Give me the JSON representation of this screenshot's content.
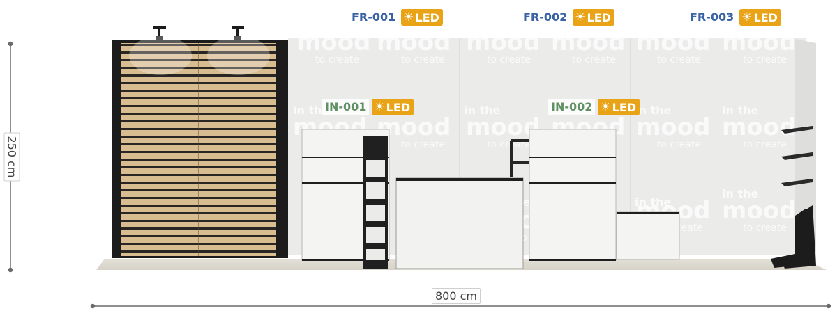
{
  "colors": {
    "frame_tag": "#3a63a6",
    "inner_tag": "#5f9163",
    "led_badge": "#e8a317",
    "wall": "#ebebe9",
    "slat_wood": "#d9bf93",
    "black": "#1a1a1a"
  },
  "frame_tags": [
    {
      "id": "FR-001",
      "led": "LED"
    },
    {
      "id": "FR-002",
      "led": "LED"
    },
    {
      "id": "FR-003",
      "led": "LED"
    }
  ],
  "inner_tags": [
    {
      "id": "IN-001",
      "led": "LED"
    },
    {
      "id": "IN-002",
      "led": "LED"
    }
  ],
  "dimensions": {
    "height": "250 cm",
    "width": "800 cm"
  },
  "icons": {
    "led": "sun-icon"
  }
}
